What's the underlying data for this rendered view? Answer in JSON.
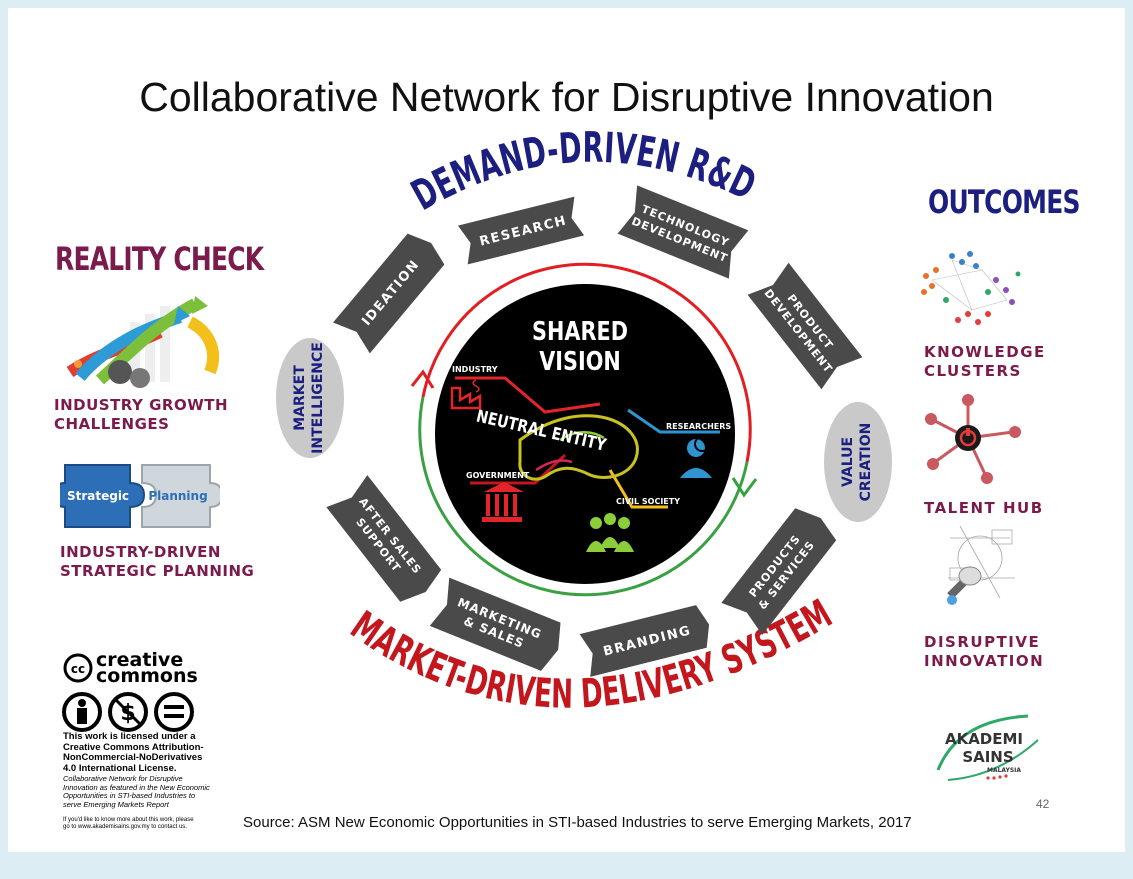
{
  "title": "Collaborative Network for Disruptive Innovation",
  "arc_top": "DEMAND-DRIVEN R&D",
  "arc_bottom": "MARKET-DRIVEN DELIVERY SYSTEM",
  "center": {
    "title_line1": "SHARED",
    "title_line2": "VISION",
    "neutral": "NEUTRAL ENTITY",
    "industry": "INDUSTRY",
    "researchers": "RESEARCHERS",
    "government": "GOVERNMENT",
    "civil_society": "CIVIL SOCIETY"
  },
  "cycle": {
    "research": "RESEARCH",
    "tech_line1": "TECHNOLOGY",
    "tech_line2": "DEVELOPMENT",
    "product_line1": "PRODUCT",
    "product_line2": "DEVELOPMENT",
    "value_line1": "VALUE",
    "value_line2": "CREATION",
    "products_line1": "PRODUCTS",
    "products_line2": "& SERVICES",
    "branding": "BRANDING",
    "marketing_line1": "MARKETING",
    "marketing_line2": "& SALES",
    "after_line1": "AFTER SALES",
    "after_line2": "SUPPORT",
    "market_line1": "MARKET",
    "market_line2": "INTELLIGENCE",
    "ideation": "IDEATION"
  },
  "left": {
    "heading": "REALITY CHECK",
    "item1_line1": "INDUSTRY GROWTH",
    "item1_line2": "CHALLENGES",
    "puzzle_left": "Strategic",
    "puzzle_right": "Planning",
    "item2_line1": "INDUSTRY-DRIVEN",
    "item2_line2": "STRATEGIC PLANNING"
  },
  "right": {
    "heading": "OUTCOMES",
    "item1_line1": "KNOWLEDGE",
    "item1_line2": "CLUSTERS",
    "item2": "TALENT HUB",
    "item3_line1": "DISRUPTIVE",
    "item3_line2": "INNOVATION",
    "logo_line1": "AKADEMI",
    "logo_line2": "SAINS",
    "logo_line3": "MALAYSIA"
  },
  "license": {
    "cc_word1": "creative",
    "cc_word2": "commons",
    "line1": "This work is licensed under a",
    "line2": "Creative Commons Attribution-",
    "line3": "NonCommercial-NoDerivatives",
    "line4": "4.0 International License.",
    "italic1": "Collaborative Network for Disruptive",
    "italic2": "Innovation as featured in the New Economic",
    "italic3": "Opportunities in STI-based Industries to",
    "italic4": "serve Emerging Markets Report",
    "small1": "If you'd like to know more about this work, please",
    "small2": "go to www.akademisains.gov.my to contact us."
  },
  "source": "Source: ASM New Economic Opportunities in STI-based Industries to serve Emerging Markets, 2017",
  "page_number": "42",
  "colors": {
    "navy": "#1c1f80",
    "red": "#c3161d",
    "maroon": "#7a1b4c",
    "arrow_gray": "#4a4a4a",
    "oval_gray": "#c9c9c9"
  }
}
